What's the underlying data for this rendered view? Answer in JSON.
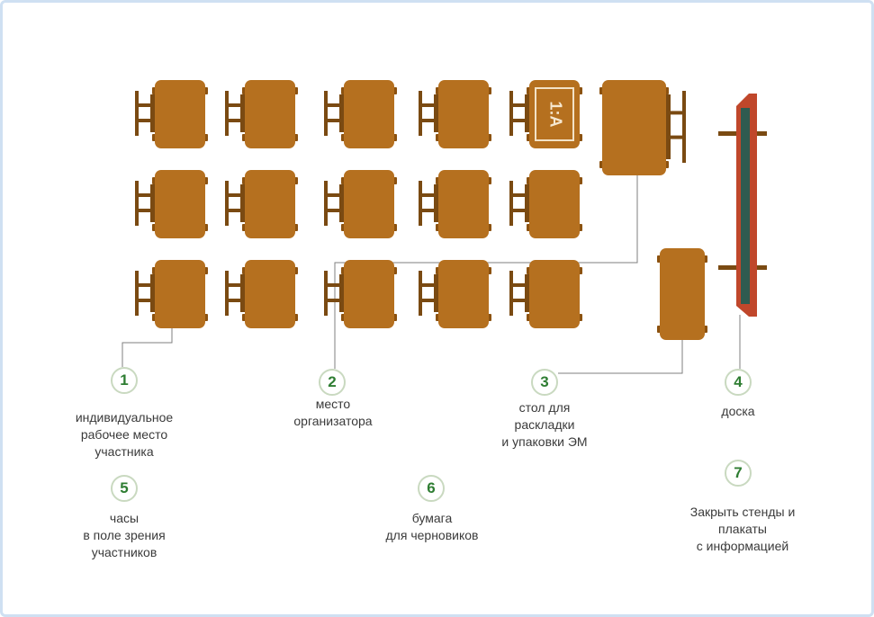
{
  "colors": {
    "desk": "#b5701f",
    "desk_dark": "#8c5210",
    "chair": "#7a4a12",
    "board_frame": "#c0472b",
    "board_surface": "#2f5b50",
    "line": "#7f7f7f",
    "number": "#2e7d32"
  },
  "desk_tag": "1:А",
  "legend": [
    {
      "num": "1",
      "lines": [
        "индивидуальное",
        "рабочее место",
        "участника"
      ]
    },
    {
      "num": "2",
      "lines": [
        "место",
        "организатора"
      ]
    },
    {
      "num": "3",
      "lines": [
        "стол для",
        "раскладки",
        "и упаковки ЭМ"
      ]
    },
    {
      "num": "4",
      "lines": [
        "доска"
      ]
    },
    {
      "num": "5",
      "lines": [
        "часы",
        "в поле зрения",
        "участников"
      ]
    },
    {
      "num": "6",
      "lines": [
        "бумага",
        "для черновиков"
      ]
    },
    {
      "num": "7",
      "lines": [
        "Закрыть стенды и",
        "плакаты",
        "с информацией"
      ]
    }
  ]
}
